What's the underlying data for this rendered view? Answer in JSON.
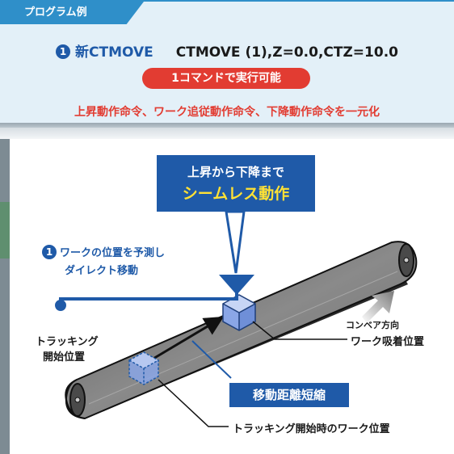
{
  "program_panel": {
    "tab_label": "プログラム例",
    "item_number": "1",
    "new_label": "新CTMOVE",
    "code": "CTMOVE (1),Z=0.0,CTZ=10.0",
    "badge": "1コマンドで実行可能",
    "summary": "上昇動作命令、ワーク追従動作命令、下降動作命令を一元化"
  },
  "diagram": {
    "callout_line1": "上昇から下降まで",
    "callout_line2": "シームレス動作",
    "predict_number": "1",
    "predict_line1": "ワークの位置を予測し",
    "predict_line2": "ダイレクト移動",
    "tracking_start_line1": "トラッキング",
    "tracking_start_line2": "開始位置",
    "conveyor_direction": "コンベア方向",
    "suction_position": "ワーク吸着位置",
    "distance_shortened": "移動距離短縮",
    "tracking_start_work_position": "トラッキング開始時のワーク位置"
  },
  "colors": {
    "accent_blue": "#1f5aa8",
    "tab_blue": "#2f8fc9",
    "alert_red": "#e23c32",
    "highlight_yellow": "#ffe135",
    "panel_bg": "#e3f0f8"
  }
}
